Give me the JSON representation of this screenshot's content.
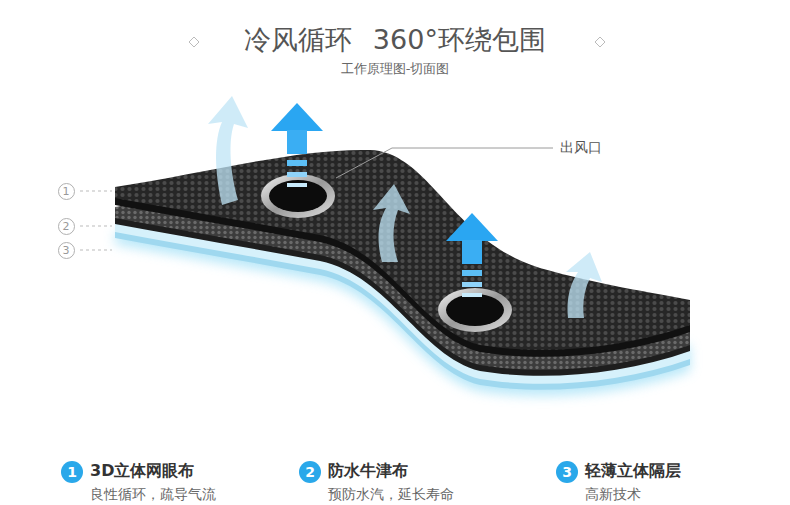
{
  "diagram": {
    "title": "冷风循环 360°环绕包围",
    "nodes": [
      {
        "text": [
          "1"
        ]
      },
      {
        "text": [
          "2"
        ]
      },
      {
        "text": [
          "3"
        ]
      },
      {
        "text": [
          "1"
        ]
      },
      {
        "text": [
          "2"
        ]
      },
      {
        "text": [
          "3"
        ]
      }
    ],
    "labels": [
      "工作原理图-切面图",
      "出风口",
      "3D立体网眼布",
      "良性循环，疏导气流",
      "防水牛津布",
      "预防水汽，延长寿命",
      "轻薄立体隔层",
      "高新技术"
    ]
  }
}
